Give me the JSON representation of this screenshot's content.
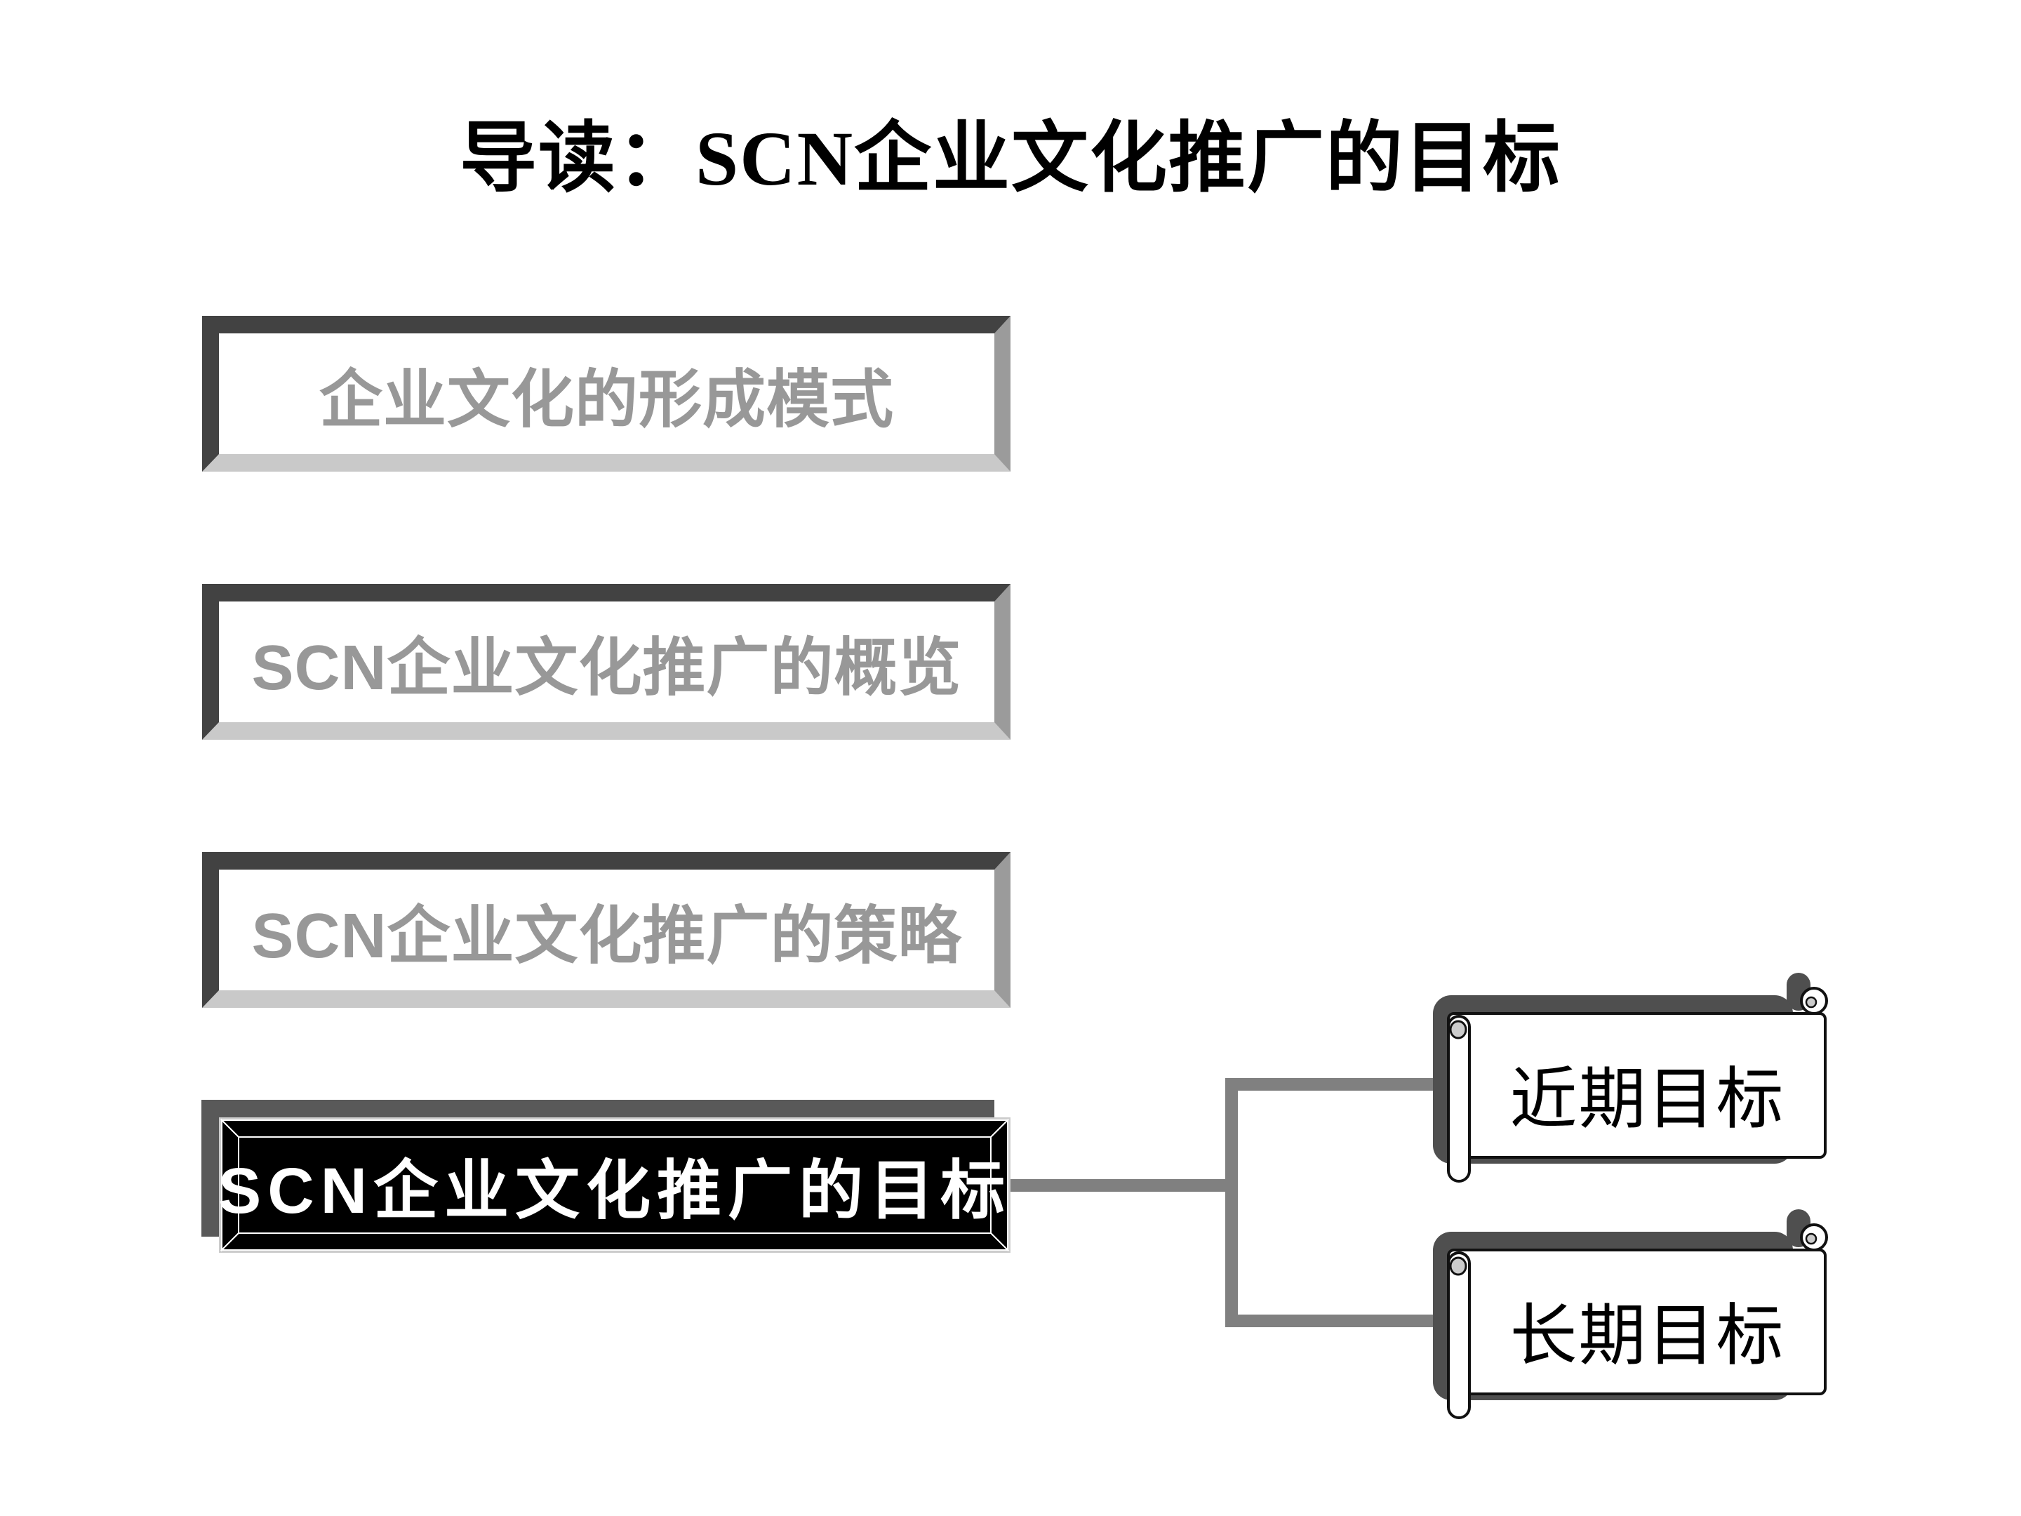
{
  "slide": {
    "title": "导读：SCN企业文化推广的目标"
  },
  "nav": {
    "items": [
      {
        "label": "企业文化的形成模式",
        "state": "inactive"
      },
      {
        "label": "SCN企业文化推广的概览",
        "state": "inactive"
      },
      {
        "label": "SCN企业文化推广的策略",
        "state": "inactive"
      },
      {
        "label": "SCN企业文化推广的目标",
        "state": "active"
      }
    ]
  },
  "branches": [
    {
      "label": "近期目标"
    },
    {
      "label": "长期目标"
    }
  ],
  "colors": {
    "bevel_dark": "#424242",
    "bevel_light": "#c9c9c9",
    "bevel_right": "#9b9b9b",
    "inactive_text": "#989898",
    "active_bg": "#000000",
    "active_text": "#ffffff",
    "active_backdrop": "#595959",
    "scroll_shadow": "#4f4f4f",
    "connector": "#808080"
  }
}
